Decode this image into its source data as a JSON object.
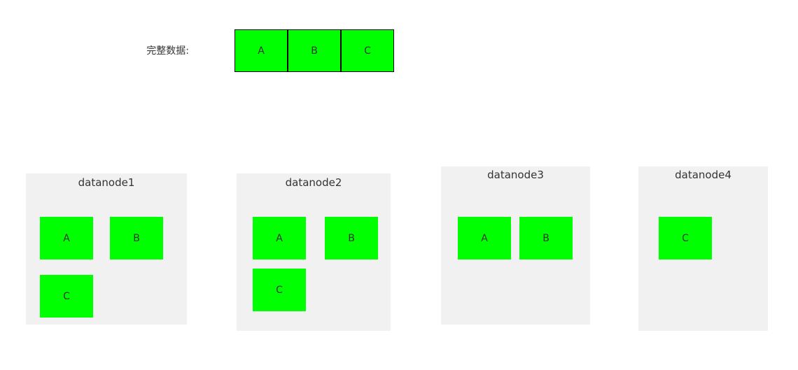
{
  "header": {
    "label": "完整数据:"
  },
  "full_data": [
    "A",
    "B",
    "C"
  ],
  "nodes": [
    {
      "name": "datanode1",
      "blocks": [
        "A",
        "B",
        "C"
      ]
    },
    {
      "name": "datanode2",
      "blocks": [
        "A",
        "B",
        "C"
      ]
    },
    {
      "name": "datanode3",
      "blocks": [
        "A",
        "B"
      ]
    },
    {
      "name": "datanode4",
      "blocks": [
        "C"
      ]
    }
  ],
  "colors": {
    "block": "#00ff00",
    "node_bg": "#f1f1f1",
    "border": "#000000"
  }
}
